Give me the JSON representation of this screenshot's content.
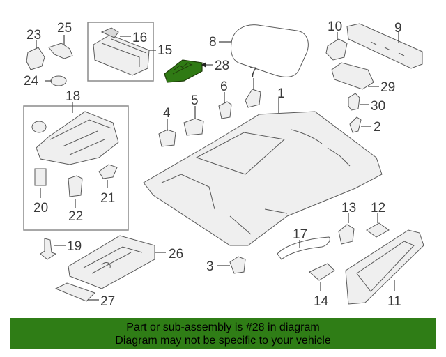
{
  "callouts": [
    "1",
    "2",
    "3",
    "4",
    "5",
    "6",
    "7",
    "8",
    "9",
    "10",
    "11",
    "12",
    "13",
    "14",
    "15",
    "16",
    "17",
    "18",
    "19",
    "20",
    "21",
    "22",
    "23",
    "24",
    "25",
    "26",
    "27",
    "28",
    "29",
    "30"
  ],
  "highlighted_part": "28",
  "banner": {
    "line1": "Part or sub-assembly is #28 in diagram",
    "line2": "Diagram may not be specific to your vehicle",
    "color": "#2f7d16"
  },
  "colors": {
    "highlight": "#2f7a14",
    "linework": "#5a5a5a"
  }
}
